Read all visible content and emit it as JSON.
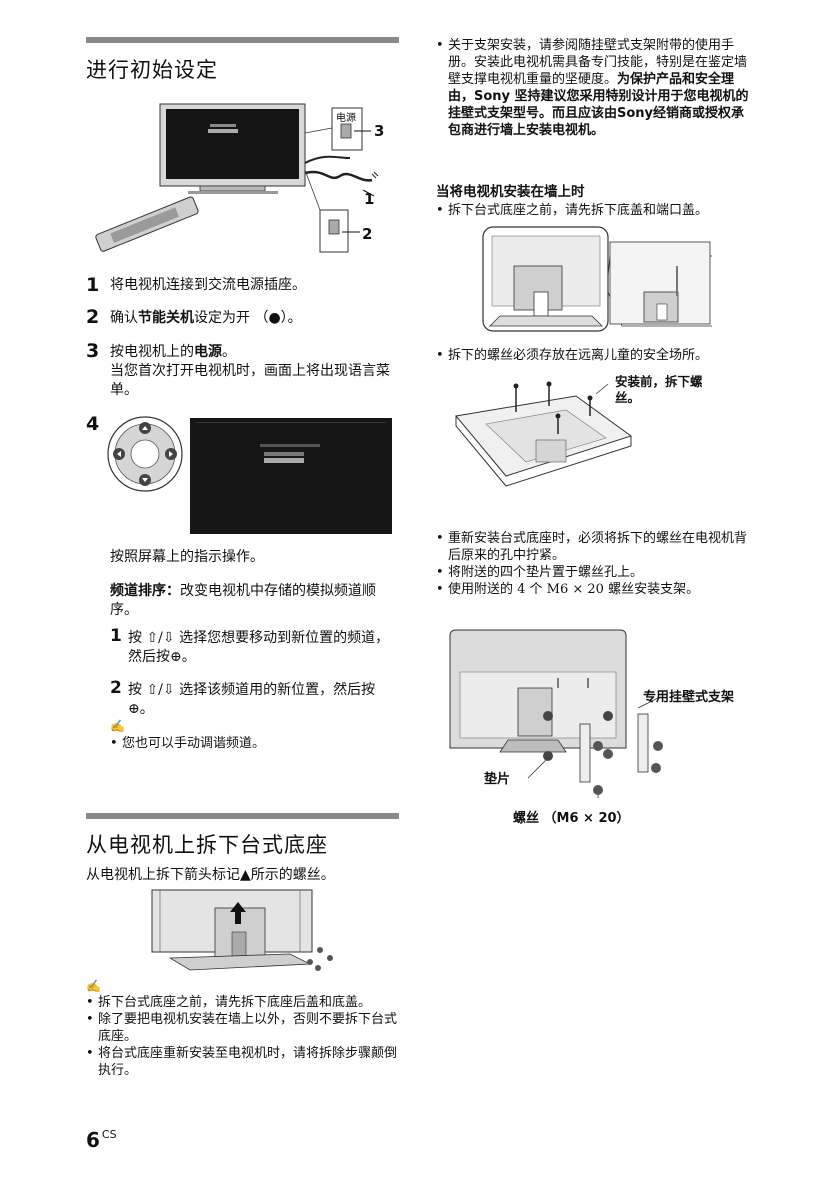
{
  "section1": {
    "title": "进行初始设定",
    "figure": {
      "power_label": "电源",
      "callout_3": "3",
      "callout_1": "1",
      "callout_2": "2"
    },
    "steps": [
      {
        "num": "1",
        "text": "将电视机连接到交流电源插座。"
      },
      {
        "num": "2",
        "text_pre": "确认",
        "text_bold": "节能关机",
        "text_post": "设定为开 （●）。"
      },
      {
        "num": "3",
        "text_pre": "按电视机上的",
        "text_bold": "电源",
        "text_post": "。",
        "sub": "当您首次打开电视机时，画面上将出现语言菜单。"
      },
      {
        "num": "4"
      }
    ],
    "step4_follow": "按照屏幕上的指示操作。",
    "channel_sort_label": "频道排序：",
    "channel_sort_text": "改变电视机中存储的模拟频道顺序。",
    "substeps": [
      {
        "num": "1",
        "text": "按 ⇧/⇩ 选择您想要移动到新位置的频道，然后按⊕。"
      },
      {
        "num": "2",
        "text": "按 ⇧/⇩ 选择该频道用的新位置，然后按⊕。"
      }
    ],
    "note_items": [
      "您也可以手动调谐频道。"
    ]
  },
  "section2": {
    "title": "从电视机上拆下台式底座",
    "intro": "从电视机上拆下箭头标记▲所示的螺丝。",
    "note_items": [
      "拆下台式底座之前，请先拆下底座后盖和底盖。",
      "除了要把电视机安装在墙上以外，否则不要拆下台式底座。",
      "将台式底座重新安装至电视机时，请将拆除步骤颠倒执行。"
    ]
  },
  "right": {
    "bullet_top_normal": "关于支架安装，请参阅随挂壁式支架附带的使用手册。安装此电视机需具备专门技能，特别是在鉴定墙壁支撑电视机重量的坚硬度。",
    "bullet_top_bold": "为保护产品和安全理由，Sony 坚持建议您采用特别设计用于您电视机的挂壁式支架型号。而且应该由Sony经销商或授权承包商进行墙上安装电视机。",
    "wall_heading": "当将电视机安装在墙上时",
    "wall_bullet1": "拆下台式底座之前，请先拆下底盖和端口盖。",
    "screw_bullet": "拆下的螺丝必须存放在远离儿童的安全场所。",
    "screw_label": "安装前，拆下螺丝。",
    "bullets_bottom": [
      "重新安装台式底座时，必须将拆下的螺丝在电视机背后原来的孔中拧紧。",
      "将附送的四个垫片置于螺丝孔上。",
      "使用附送的 4 个 M6 × 20 螺丝安装支架。"
    ],
    "bracket_label": "专用挂壁式支架",
    "pad_label": "垫片",
    "screw_spec_label": "螺丝 （M6 × 20）"
  },
  "footer": {
    "page_num": "6",
    "lang": "CS"
  }
}
